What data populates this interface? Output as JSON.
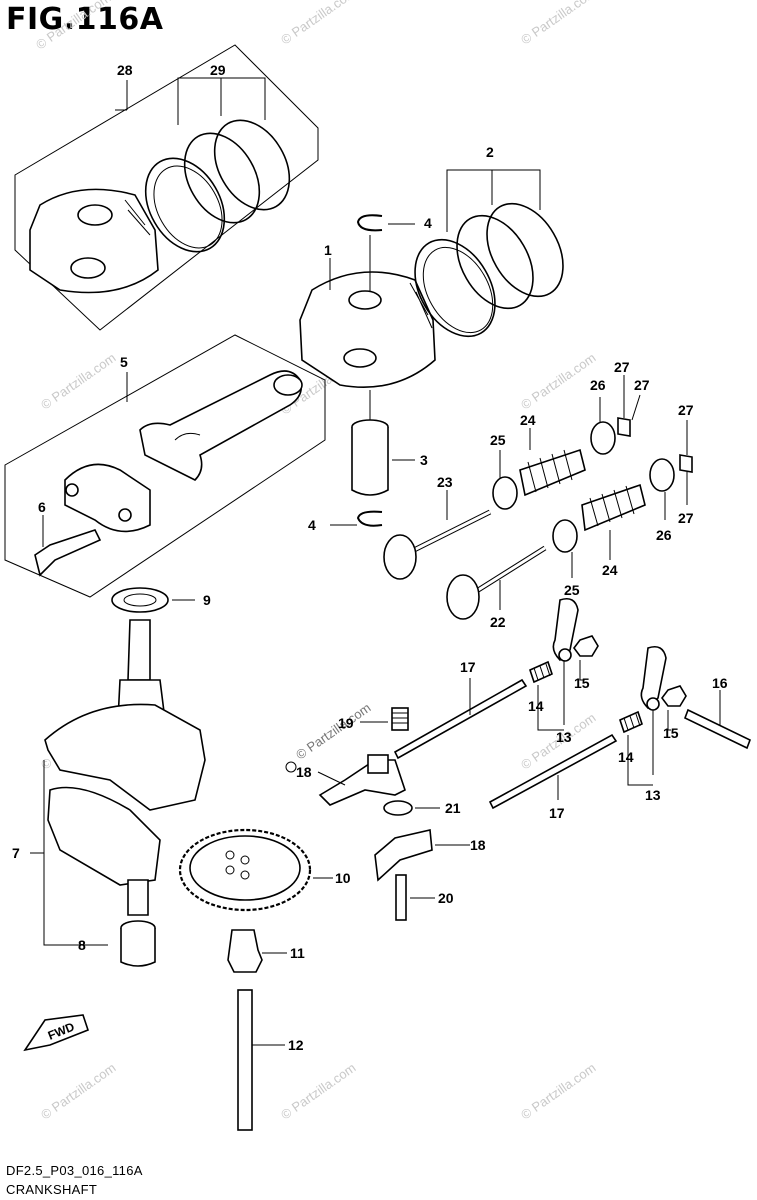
{
  "header": {
    "title": "FIG.116A"
  },
  "footer": {
    "code": "DF2.5_P03_016_116A",
    "section": "CRANKSHAFT"
  },
  "fwd_label": "FWD",
  "watermark": "© Partzilla.com",
  "callouts": {
    "c1": "1",
    "c2": "2",
    "c3": "3",
    "c4a": "4",
    "c4b": "4",
    "c5": "5",
    "c6": "6",
    "c7": "7",
    "c8": "8",
    "c9": "9",
    "c10": "10",
    "c11": "11",
    "c12": "12",
    "c13a": "13",
    "c13b": "13",
    "c14a": "14",
    "c14b": "14",
    "c15a": "15",
    "c15b": "15",
    "c16": "16",
    "c17a": "17",
    "c17b": "17",
    "c18a": "18",
    "c18b": "18",
    "c19": "19",
    "c20": "20",
    "c21": "21",
    "c22": "22",
    "c23": "23",
    "c24a": "24",
    "c24b": "24",
    "c25a": "25",
    "c25b": "25",
    "c26a": "26",
    "c26b": "26",
    "c27a": "27",
    "c27b": "27",
    "c27c": "27",
    "c27d": "27",
    "c28": "28",
    "c29": "29"
  }
}
